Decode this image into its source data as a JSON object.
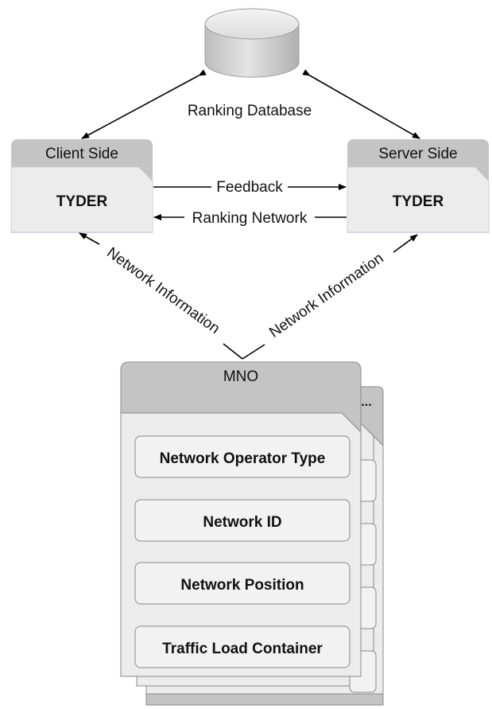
{
  "database": {
    "label": "Ranking Database"
  },
  "client": {
    "header": "Client Side",
    "title": "TYDER"
  },
  "server": {
    "header": "Server Side",
    "title": "TYDER"
  },
  "arrows": {
    "feedback": "Feedback",
    "ranking_network": "Ranking Network",
    "client_network_info": "Network Information",
    "server_network_info": "Network Information"
  },
  "mno": {
    "header": "MNO",
    "more": "...",
    "fields": [
      "Network Operator Type",
      "Network ID",
      "Network Position",
      "Traffic Load Container"
    ]
  },
  "colors": {
    "header_gray": "#c4c4c4",
    "panel_light": "#ececec",
    "field_fill": "#f2f2f2",
    "stroke": "#8a8a8a",
    "line": "#000000"
  }
}
